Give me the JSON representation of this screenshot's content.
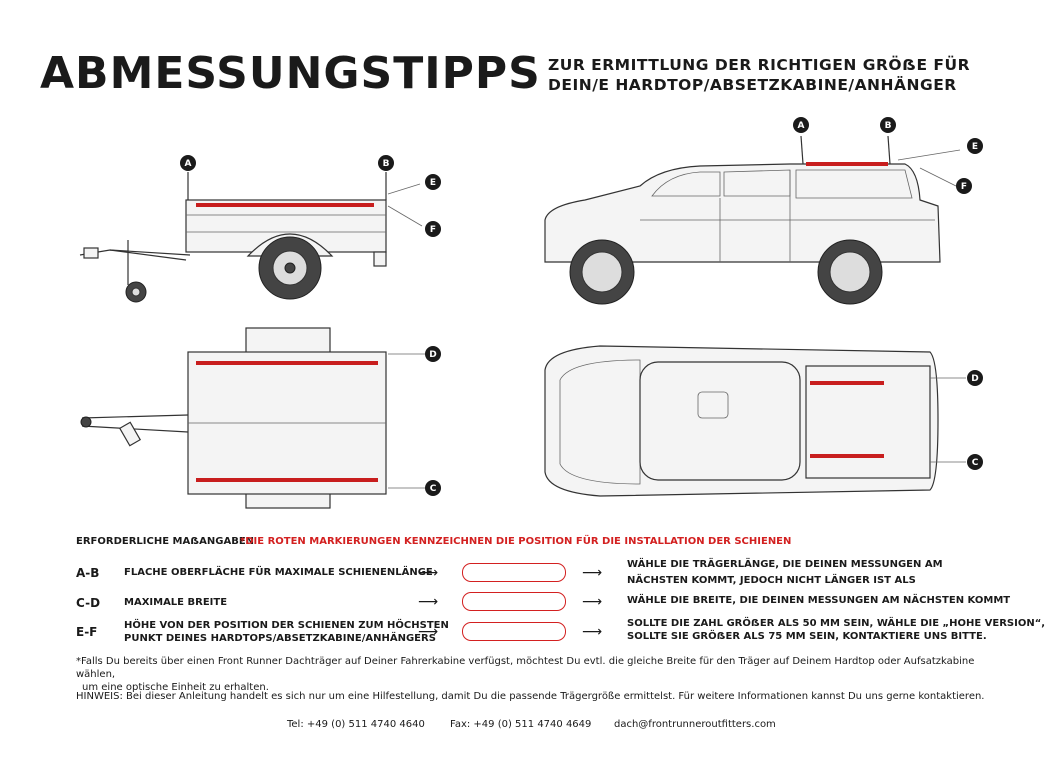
{
  "header": {
    "title": "ABMESSUNGSTIPPS",
    "subtitle_line1": "ZUR ERMITTLUNG DER RICHTIGEN GRÖẞE FÜR",
    "subtitle_line2": "DEIN/E HARDTOP/ABSETZKABINE/ANHÄNGER"
  },
  "markers": {
    "a": "A",
    "b": "B",
    "c": "C",
    "d": "D",
    "e": "E",
    "f": "F"
  },
  "colors": {
    "rail_red": "#c81e1e",
    "marker_bg": "#1a1a1a",
    "marker_text": "#ffffff"
  },
  "requirements": {
    "heading": "ERFORDERLICHE MAẞANGABEN",
    "note": "*DIE ROTEN MARKIERUNGEN KENNZEICHNEN DIE POSITION FÜR DIE INSTALLATION DER SCHIENEN",
    "rows": [
      {
        "code": "A-B",
        "label1": "FLACHE OBERFLÄCHE FÜR MAXIMALE SCHIENENLÄNGE",
        "label2": "",
        "result1": "WÄHLE DIE TRÄGERLÄNGE, DIE DEINEN MESSUNGEN AM",
        "result2": "NÄCHSTEN KOMMT, JEDOCH NICHT LÄNGER IST ALS"
      },
      {
        "code": "C-D",
        "label1": "MAXIMALE BREITE",
        "label2": "",
        "result1": "WÄHLE DIE BREITE, DIE DEINEN MESSUNGEN AM NÄCHSTEN KOMMT",
        "result2": ""
      },
      {
        "code": "E-F",
        "label1": "HÖHE VON DER POSITION DER SCHIENEN ZUM HÖCHSTEN",
        "label2": "PUNKT DEINES HARDTOPS/ABSETZKABINE/ANHÄNGERS",
        "result1": "SOLLTE DIE ZAHL GRÖẞER ALS 50 MM SEIN, WÄHLE DIE „HOHE VERSION“,",
        "result2": "SOLLTE SIE GRÖẞER ALS 75 MM SEIN, KONTAKTIERE UNS BITTE."
      }
    ]
  },
  "footnote_line1": "*Falls Du bereits über einen Front Runner Dachträger auf Deiner Fahrerkabine verfügst, möchtest Du evtl. die gleiche Breite für den Träger auf Deinem Hardtop oder Aufsatzkabine wählen,",
  "footnote_line2": "um eine optische Einheit zu erhalten.",
  "hint": "HINWEIS: Bei dieser Anleitung handelt es sich nur um eine Hilfestellung, damit Du die passende Trägergröße ermittelst. Für weitere Informationen kannst Du uns gerne kontaktieren.",
  "contact": {
    "tel": "Tel: +49 (0) 511 4740 4640",
    "fax": "Fax: +49 (0) 511 4740 4649",
    "email": "dach@frontrunneroutfitters.com"
  }
}
